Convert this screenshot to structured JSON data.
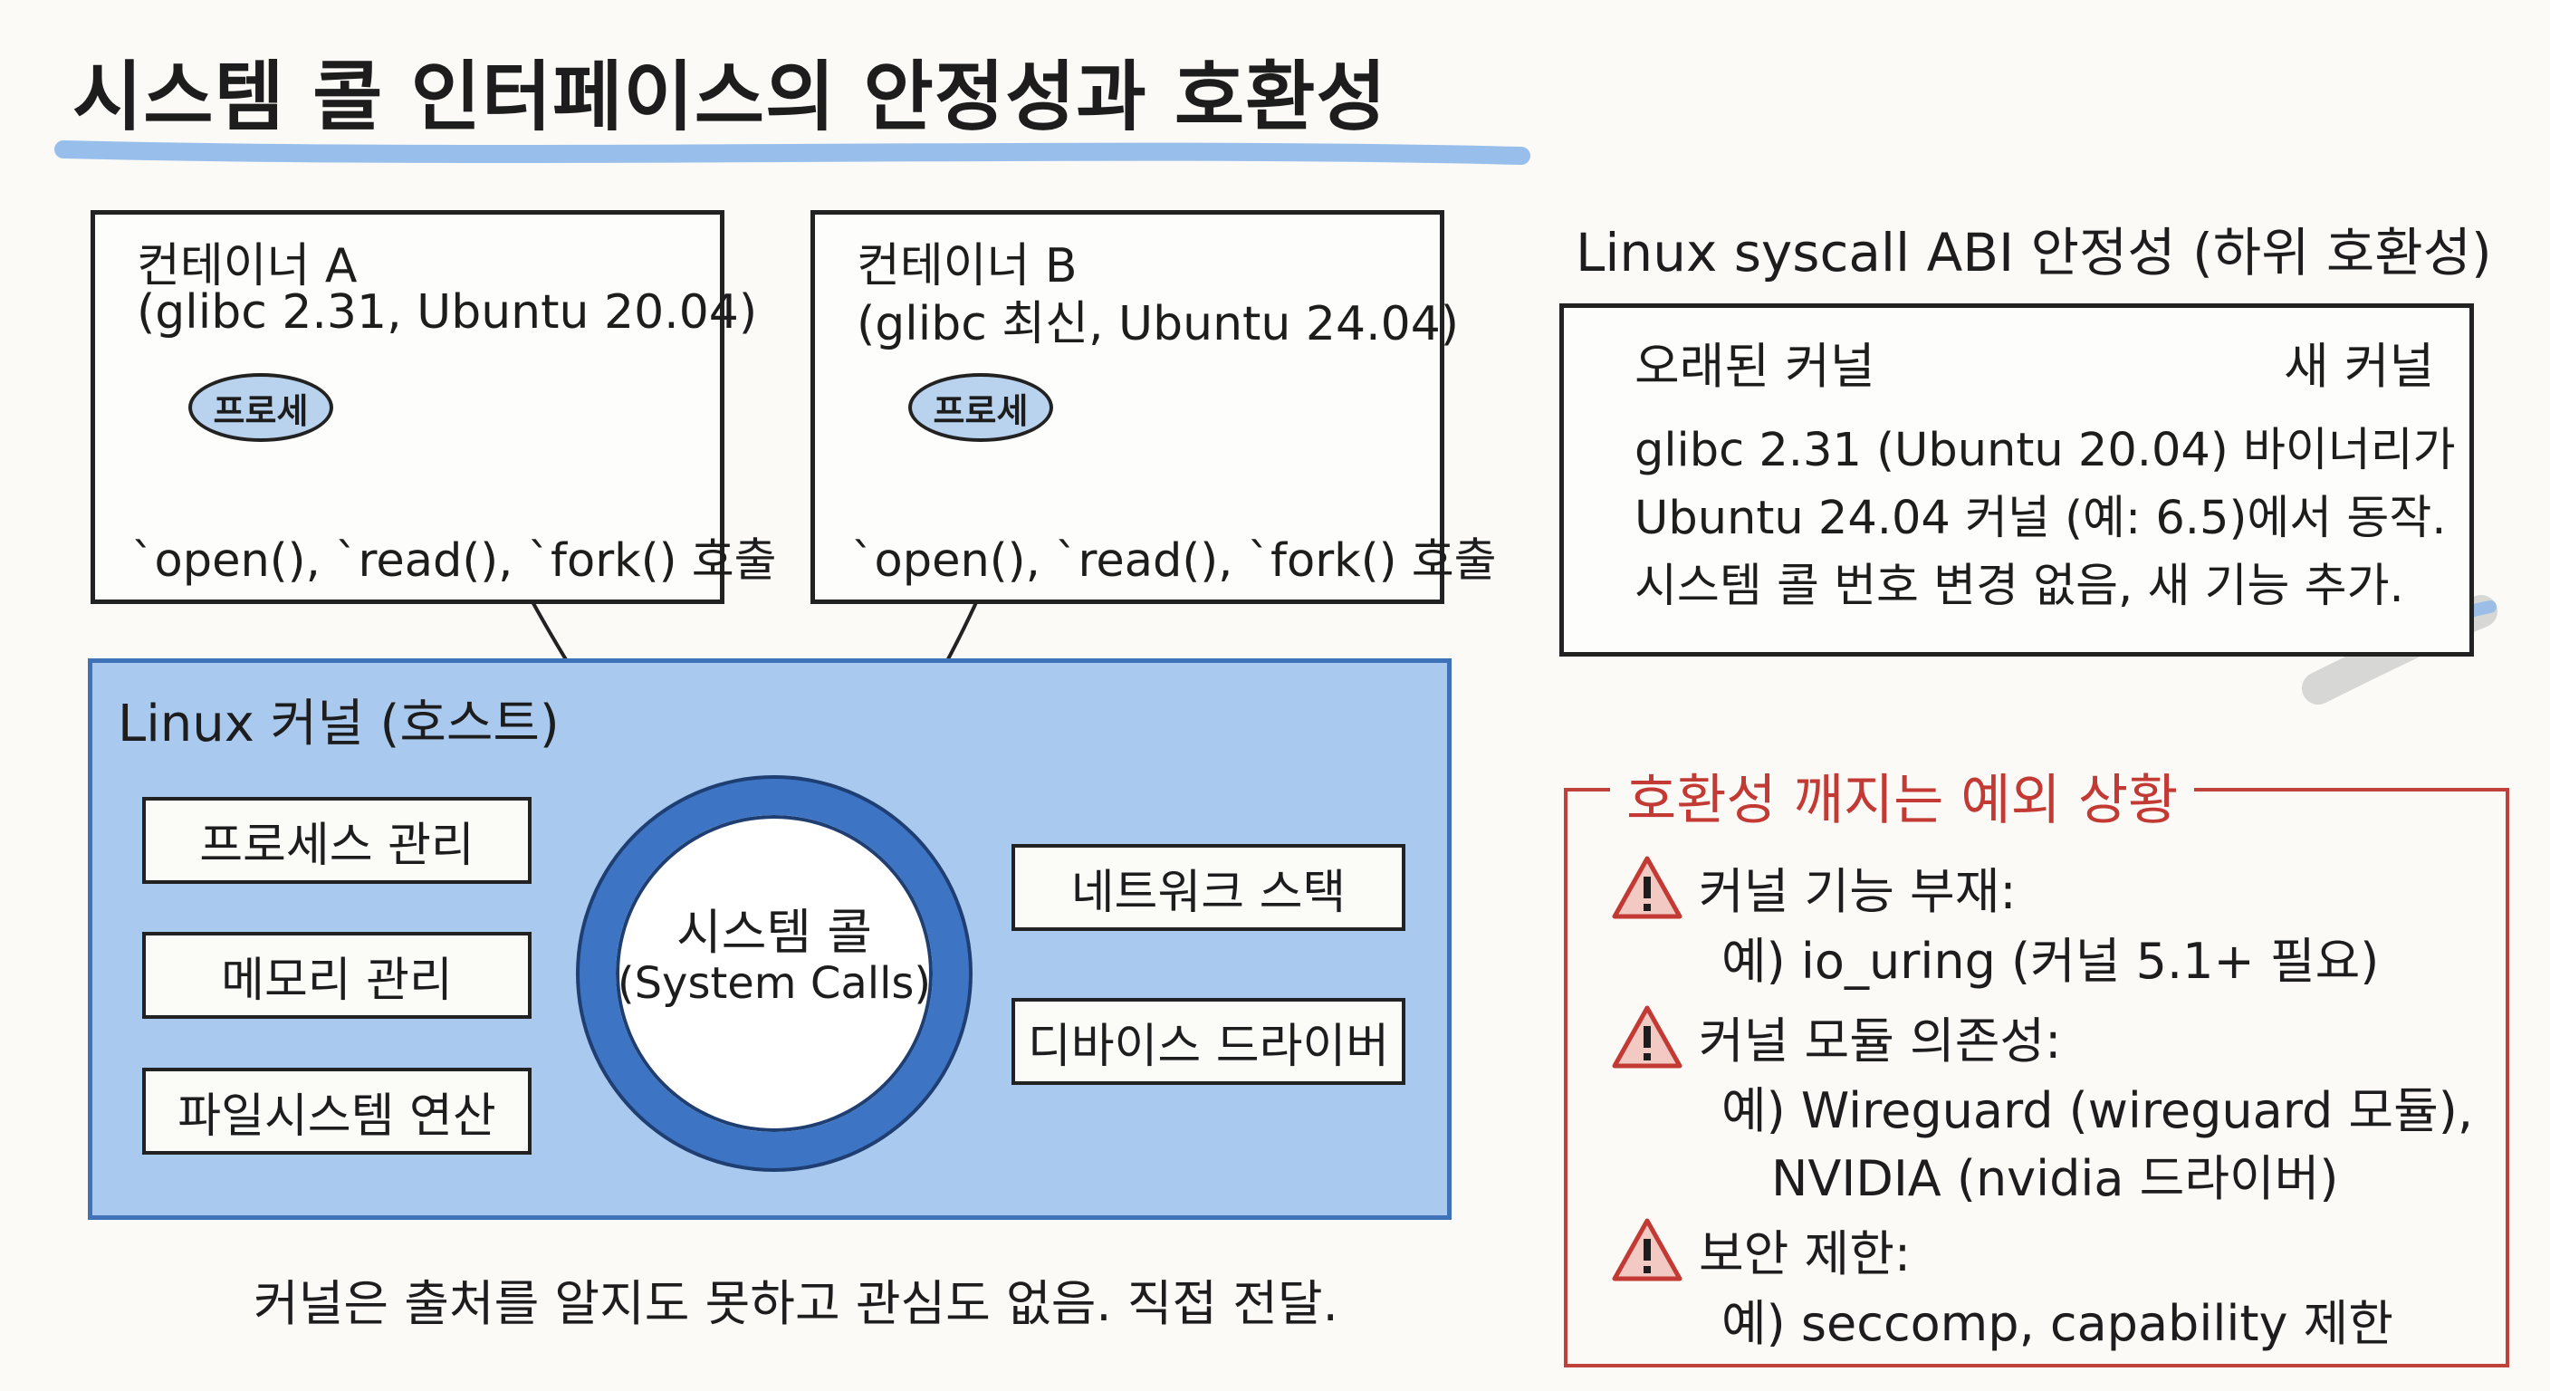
{
  "title": "시스템 콜 인터페이스의 안정성과 호환성",
  "container_a": {
    "title": "컨테이너 A",
    "subtitle": "(glibc 2.31, Ubuntu 20.04)",
    "process": "프로세",
    "calls": "`open(), `read(), `fork() 호출"
  },
  "container_b": {
    "title": "컨테이너 B",
    "subtitle": "(glibc 최신, Ubuntu 24.04)",
    "process": "프로세",
    "calls": "`open(), `read(), `fork() 호출"
  },
  "kernel": {
    "title": "Linux 커널 (호스트)",
    "modules_left": [
      "프로세스 관리",
      "메모리 관리",
      "파일시스템 연산"
    ],
    "modules_right": [
      "네트워크 스택",
      "디바이스 드라이버"
    ],
    "syscall_label": "시스템 콜",
    "syscall_sublabel": "(System Calls)"
  },
  "footer_note": "커널은 출처를 알지도 못하고 관심도 없음. 직접 전달.",
  "abi": {
    "title": "Linux syscall ABI 안정성 (하위 호환성)",
    "old_kernel": "오래된 커널",
    "new_kernel": "새 커널",
    "lines": [
      "glibc 2.31 (Ubuntu 20.04) 바이너리가",
      "Ubuntu 24.04 커널 (예: 6.5)에서 동작.",
      "시스템 콜 번호 변경 없음, 새 기능 추가."
    ]
  },
  "exceptions": {
    "title": "호환성 깨지는 예외 상황",
    "items": [
      {
        "head": "커널 기능 부재:",
        "examples": [
          "예) io_uring (커널 5.1+ 필요)"
        ]
      },
      {
        "head": "커널 모듈 의존성:",
        "examples": [
          "예) Wireguard (wireguard 모듈),",
          "NVIDIA (nvidia 드라이버)"
        ]
      },
      {
        "head": "보안 제한:",
        "examples": [
          "예) seccomp, capability 제한"
        ]
      }
    ]
  },
  "colors": {
    "kernel_fill": "#a9c9ef",
    "kernel_border": "#3f72b6",
    "ring": "#3d74c4",
    "process_fill": "#b9d3ef",
    "warning_red": "#c33a34",
    "highlight_blue": "#8db8ea"
  }
}
